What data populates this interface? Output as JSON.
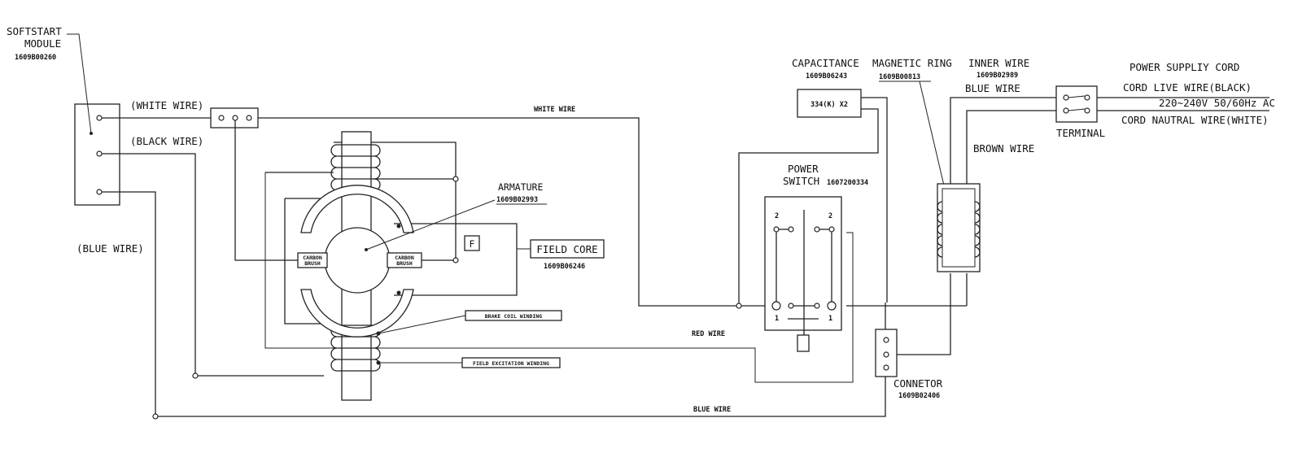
{
  "softstart": {
    "title_line1": "SOFTSTART",
    "title_line2": "MODULE",
    "part_no": "1609B00260"
  },
  "wires": {
    "white_left": "(WHITE WIRE)",
    "black_left": "(BLACK WIRE)",
    "blue_left": "(BLUE WIRE)",
    "white": "WHITE WIRE",
    "red": "RED WIRE",
    "blue_bottom": "BLUE WIRE",
    "blue_right": "BLUE WIRE",
    "brown": "BROWN WIRE"
  },
  "motor": {
    "carbon_brush_line1": "CARBON",
    "carbon_brush_line2": "BRUSH",
    "armature_title": "ARMATURE",
    "armature_part": "1609B02993",
    "field_marker": "F",
    "field_core_title": "FIELD CORE",
    "field_core_part": "1609B06246",
    "brake_coil": "BRAKE COIL WINDING",
    "field_excitation": "FIELD EXCITATION WINDING"
  },
  "capacitance": {
    "title": "CAPACITANCE",
    "part_no": "1609B06243",
    "value": "334(K) X2"
  },
  "magnetic_ring": {
    "title": "MAGNETIC RING",
    "part_no": "1609B00813"
  },
  "inner_wire": {
    "title": "INNER WIRE",
    "part_no": "1609B02989"
  },
  "power_switch": {
    "title_line1": "POWER",
    "title_line2": "SWITCH",
    "part_no": "1607200334",
    "pos_top": "2",
    "pos_bottom": "1"
  },
  "connector": {
    "title": "CONNETOR",
    "part_no": "1609B02406"
  },
  "terminal": {
    "title": "TERMINAL"
  },
  "power_cord": {
    "title": "POWER SUPPLIY CORD",
    "live": "CORD LIVE WIRE(BLACK)",
    "voltage": "220~240V 50/60Hz AC",
    "neutral": "CORD NAUTRAL WIRE(WHITE)"
  }
}
